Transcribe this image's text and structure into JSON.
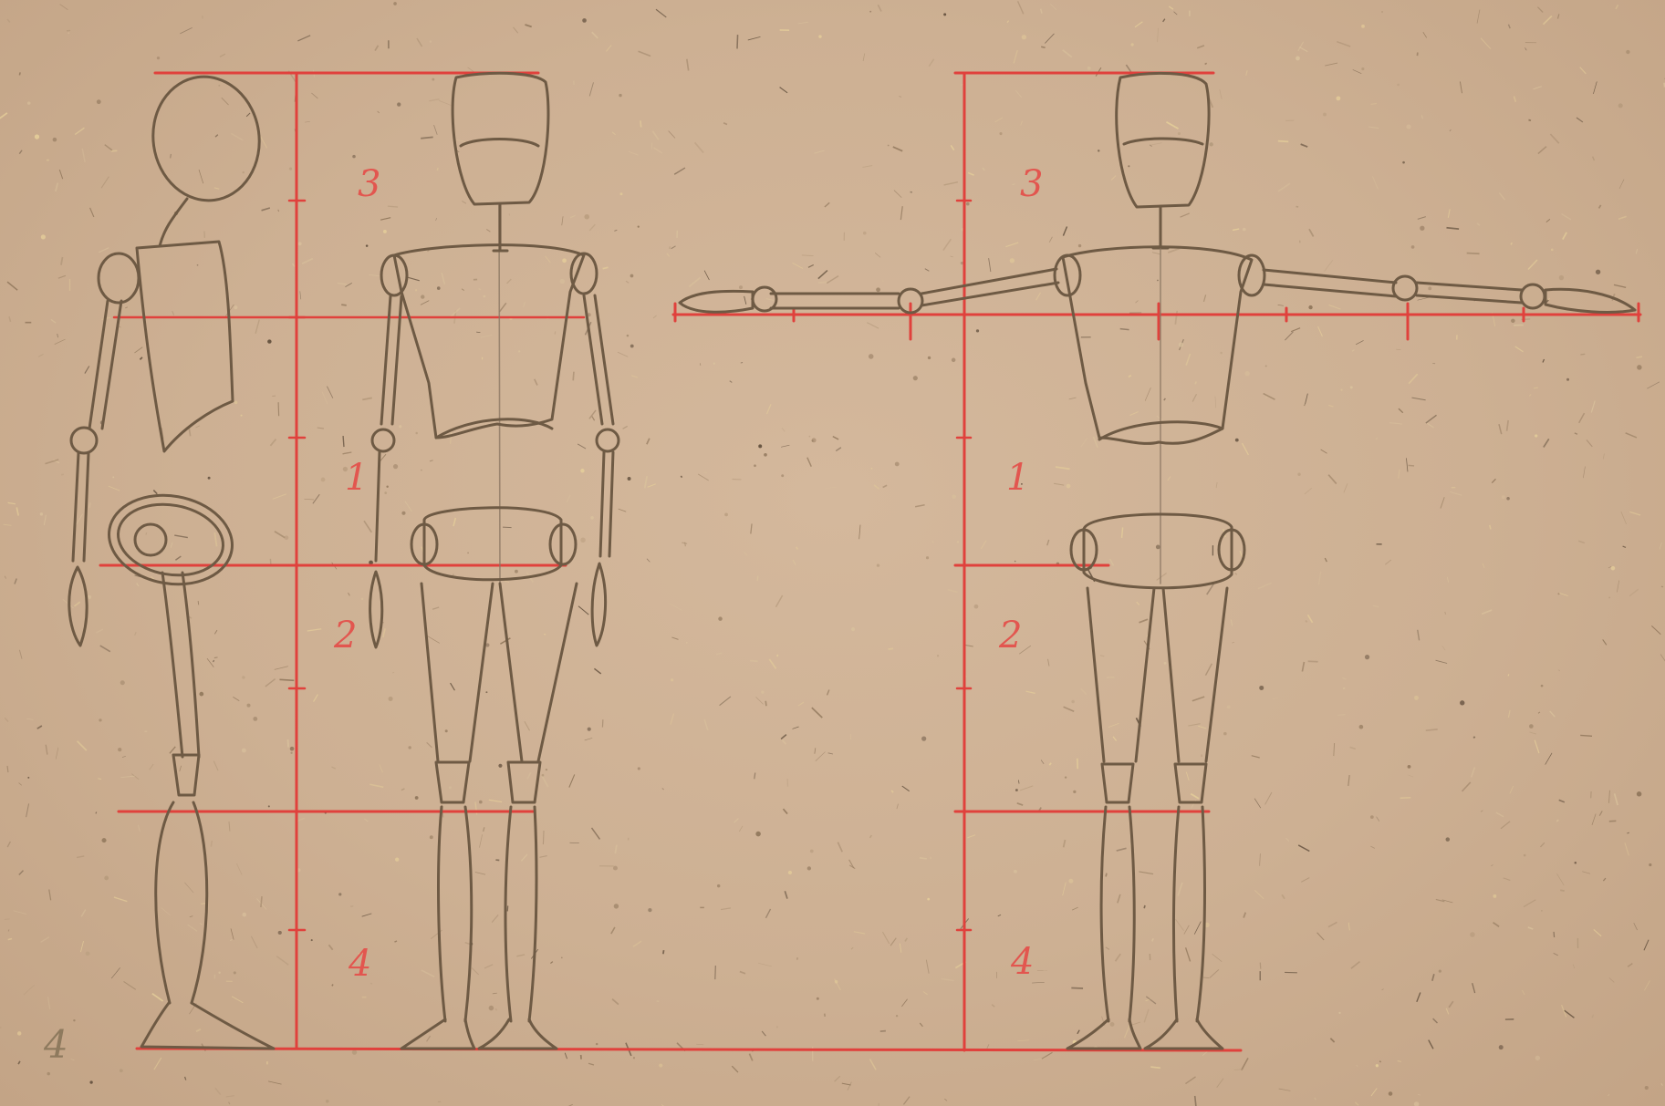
{
  "diagram": {
    "colors": {
      "paper": "#cdb093",
      "guide_red": "#e0413c",
      "pencil": "#6e5a44"
    },
    "figures": [
      "side-view",
      "front-view",
      "front-view-arm-extended"
    ],
    "proportion_labels": {
      "head": "3",
      "torso": "1",
      "thigh": "2",
      "shin": "4"
    },
    "corner_mark": "4"
  }
}
